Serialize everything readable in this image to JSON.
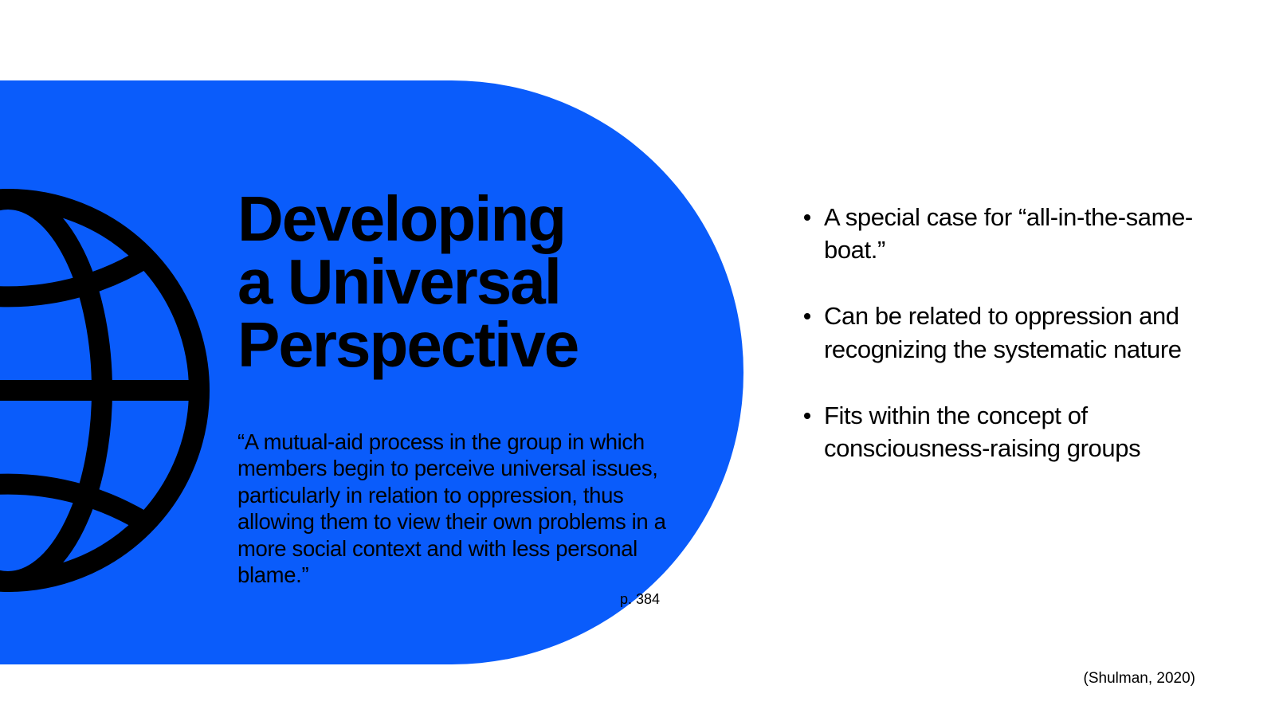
{
  "slide": {
    "background_color": "#ffffff",
    "accent_color": "#0a5cfb",
    "text_color": "#000000"
  },
  "left_panel": {
    "graphic": "globe-icon",
    "title": "Developing\na Universal\nPerspective",
    "quote": "“A mutual-aid process in the group in which members begin to perceive universal issues, particularly in relation to oppression, thus allowing them to view their own problems in a more social context and with less personal blame.”",
    "page_reference": "p. 384"
  },
  "right_panel": {
    "bullets": [
      {
        "text": "A special case for “all-in-the-same-boat.”"
      },
      {
        "text": "Can be related to oppression and recognizing the systematic nature"
      },
      {
        "text": "Fits within the concept of consciousness-raising groups"
      }
    ]
  },
  "footer": {
    "source": "(Shulman, 2020)"
  }
}
